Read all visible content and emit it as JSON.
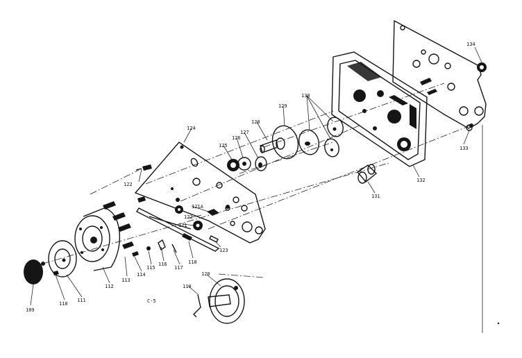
{
  "figure": {
    "caption": "C-5",
    "parts": [
      {
        "id": "p109",
        "label": "109"
      },
      {
        "id": "p110",
        "label": "110"
      },
      {
        "id": "p111",
        "label": "111"
      },
      {
        "id": "p112",
        "label": "112"
      },
      {
        "id": "p113",
        "label": "113"
      },
      {
        "id": "p114",
        "label": "114"
      },
      {
        "id": "p115",
        "label": "115"
      },
      {
        "id": "p116",
        "label": "116"
      },
      {
        "id": "p117",
        "label": "117"
      },
      {
        "id": "p118",
        "label": "118"
      },
      {
        "id": "p119",
        "label": "119"
      },
      {
        "id": "p120",
        "label": "120"
      },
      {
        "id": "p121",
        "label": "121"
      },
      {
        "id": "p121a",
        "label": "121A"
      },
      {
        "id": "p122",
        "label": "122"
      },
      {
        "id": "p123",
        "label": "123"
      },
      {
        "id": "p124",
        "label": "124"
      },
      {
        "id": "p125",
        "label": "125"
      },
      {
        "id": "p126",
        "label": "126"
      },
      {
        "id": "p127",
        "label": "127"
      },
      {
        "id": "p128",
        "label": "128"
      },
      {
        "id": "p129",
        "label": "129"
      },
      {
        "id": "p130",
        "label": "130"
      },
      {
        "id": "p131",
        "label": "131"
      },
      {
        "id": "p132",
        "label": "132"
      },
      {
        "id": "p133",
        "label": "133"
      },
      {
        "id": "p134",
        "label": "134"
      },
      {
        "id": "p122b",
        "label": "122"
      }
    ]
  }
}
